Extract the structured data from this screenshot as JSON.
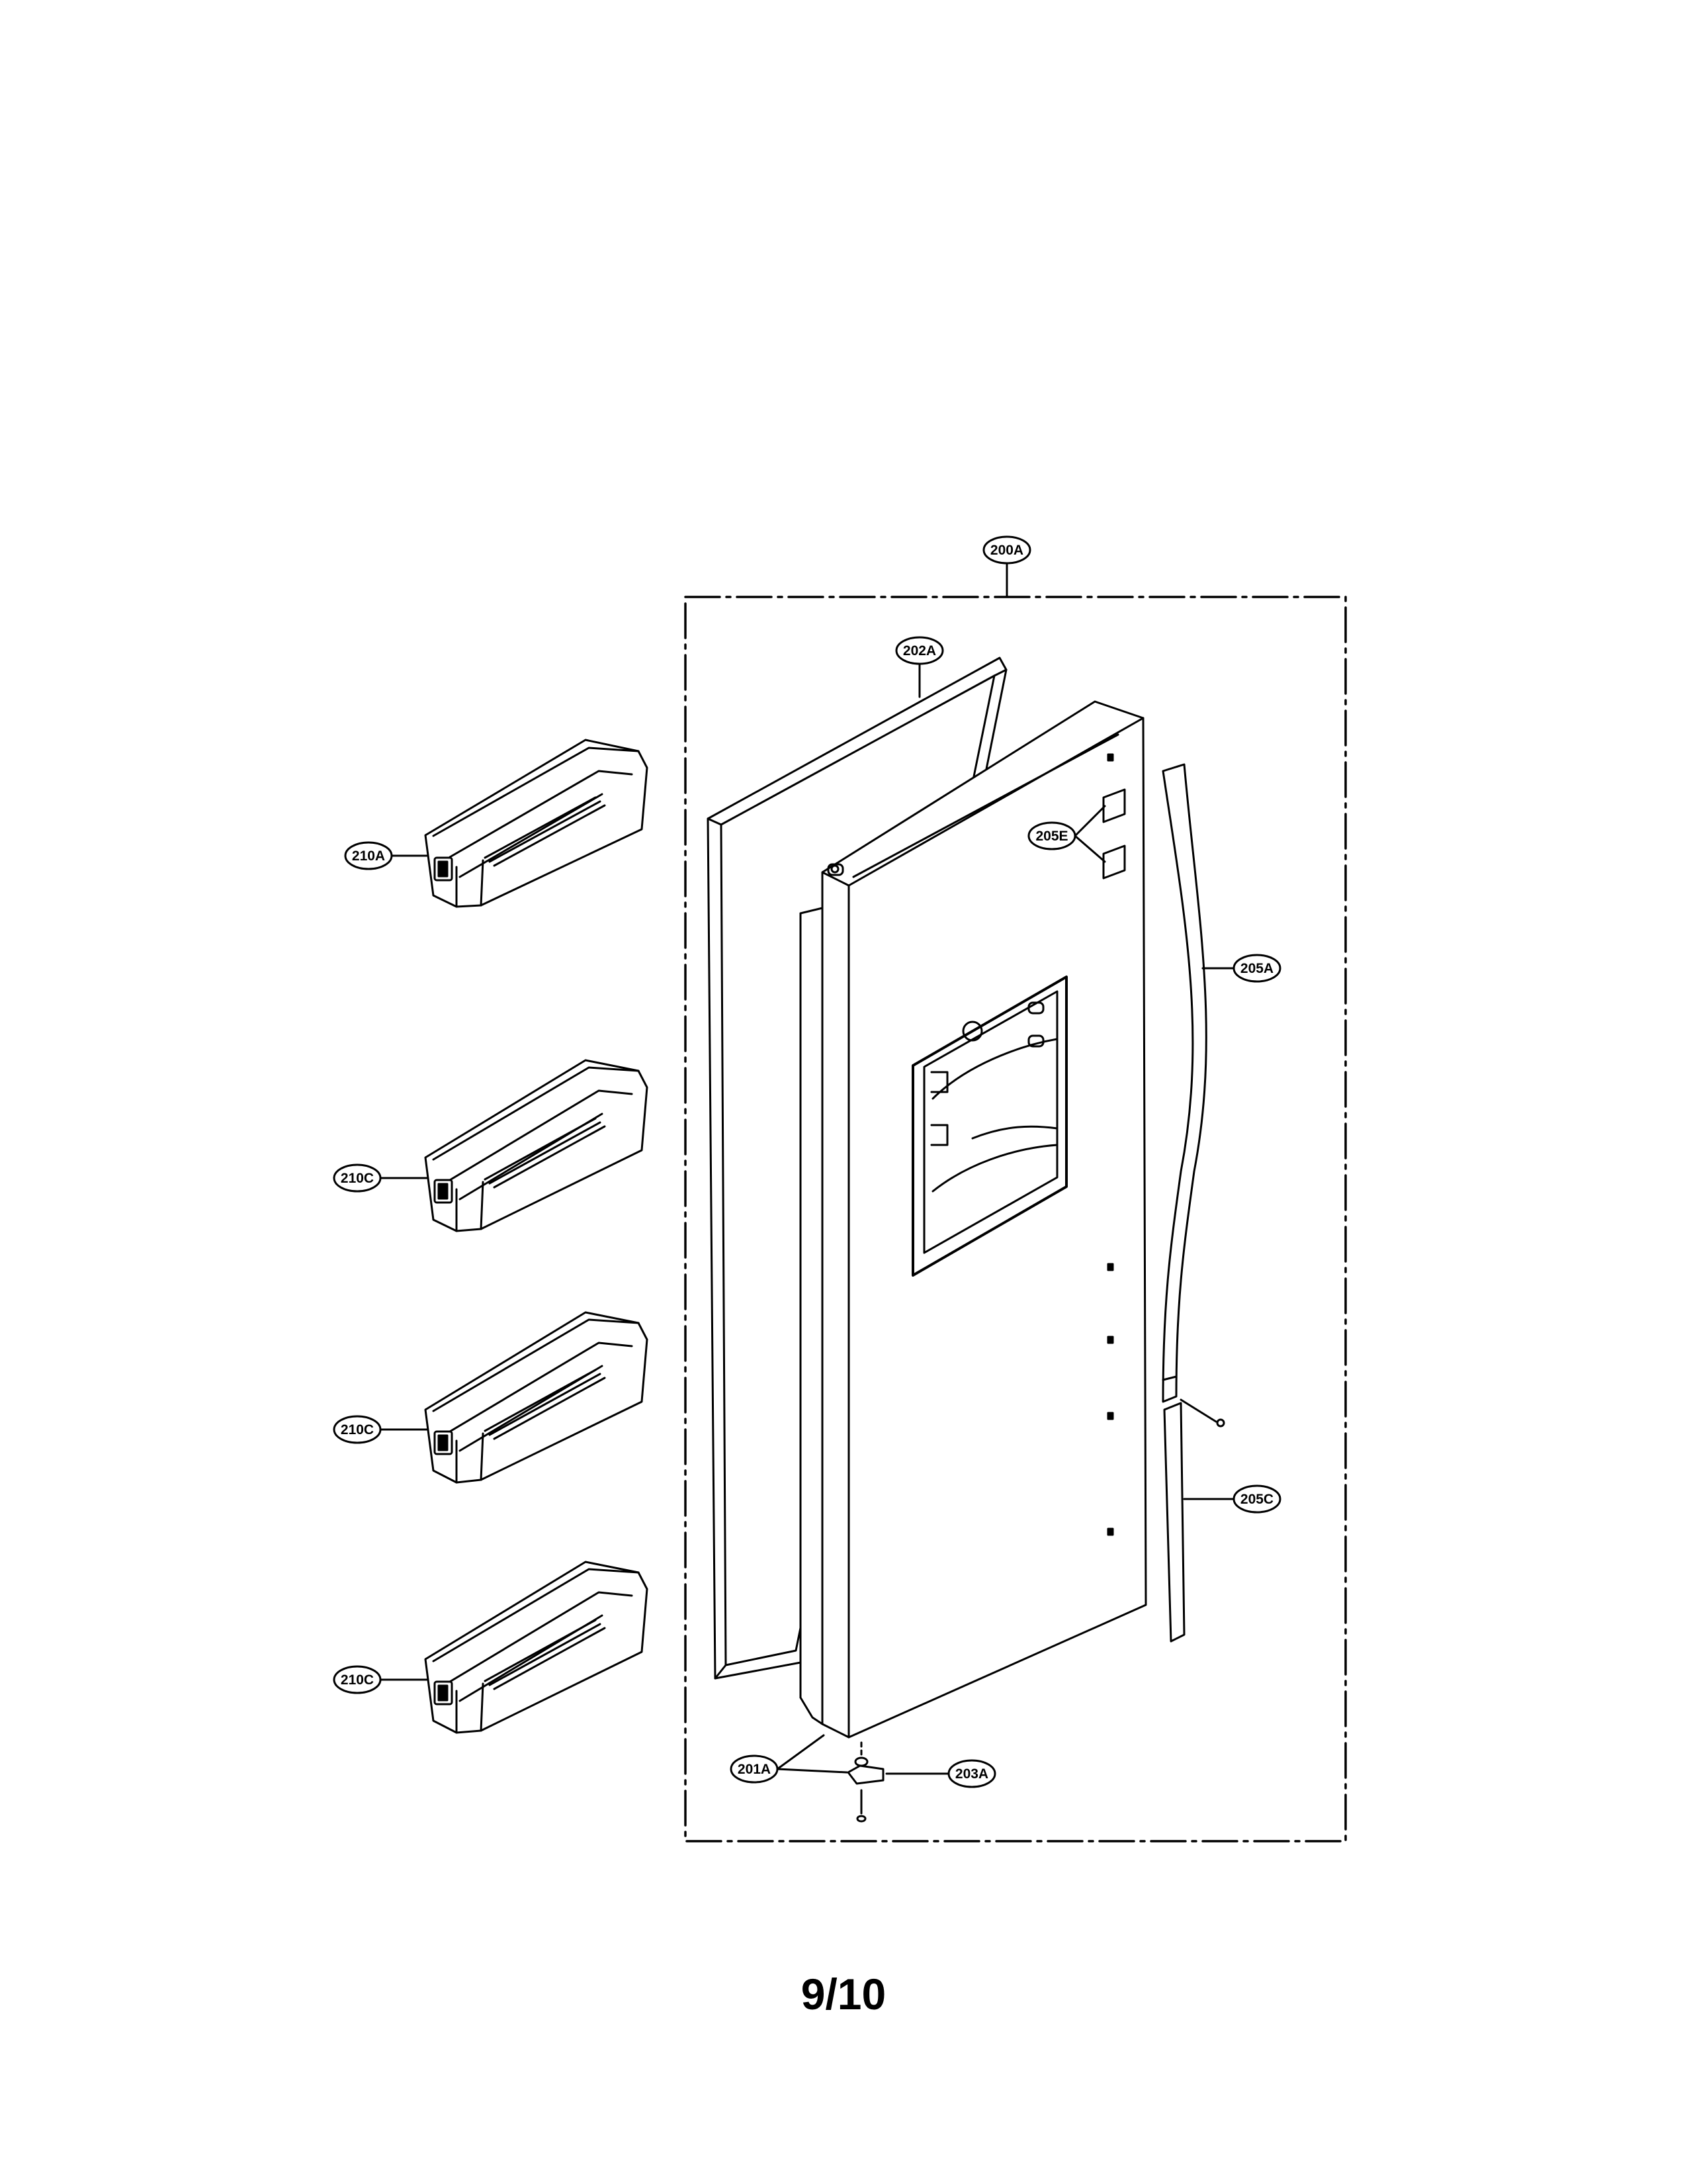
{
  "callouts": {
    "assembly": "200A",
    "gasket": "202A",
    "hinge_cap": "205E",
    "handle": "205A",
    "handle_lower": "205C",
    "door_foam": "201A",
    "lower_hinge": "203A",
    "basket_top": "210A",
    "basket_2": "210C",
    "basket_3": "210C",
    "basket_4": "210C"
  },
  "page_number": "9/10"
}
